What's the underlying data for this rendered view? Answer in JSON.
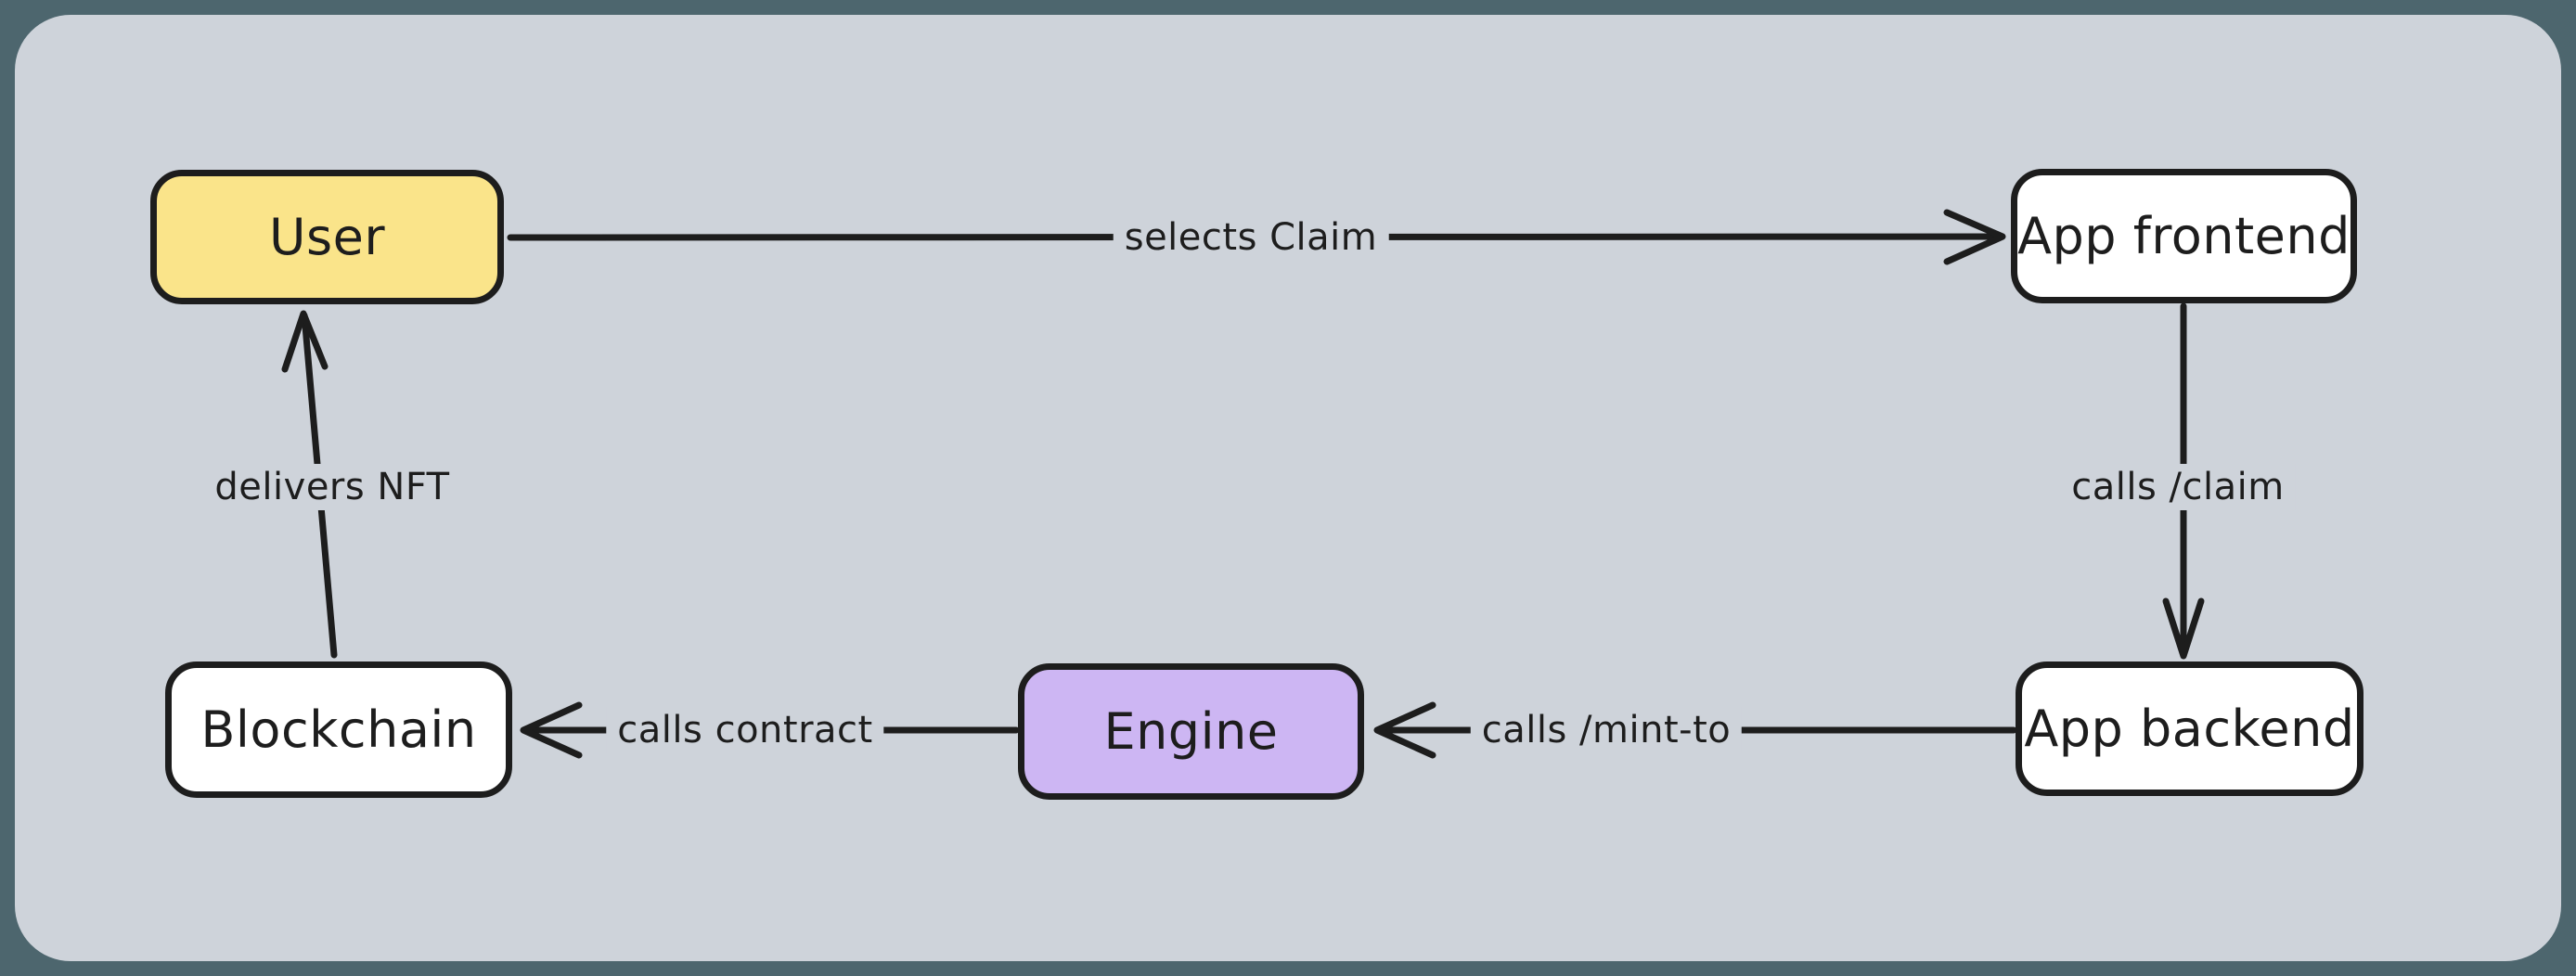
{
  "canvas": {
    "outer_background": "#4d666e",
    "panel_background": "#ced3da",
    "stroke_color": "#1d1d1d"
  },
  "nodes": [
    {
      "id": "user",
      "label": "User",
      "fill": "#fae48a"
    },
    {
      "id": "app-frontend",
      "label": "App frontend",
      "fill": "#ffffff"
    },
    {
      "id": "app-backend",
      "label": "App backend",
      "fill": "#ffffff"
    },
    {
      "id": "engine",
      "label": "Engine",
      "fill": "#cdb6f3"
    },
    {
      "id": "blockchain",
      "label": "Blockchain",
      "fill": "#ffffff"
    }
  ],
  "edges": [
    {
      "from": "user",
      "to": "app-frontend",
      "label": "selects Claim",
      "direction": "right"
    },
    {
      "from": "app-frontend",
      "to": "app-backend",
      "label": "calls /claim",
      "direction": "down"
    },
    {
      "from": "app-backend",
      "to": "engine",
      "label": "calls /mint-to",
      "direction": "left"
    },
    {
      "from": "engine",
      "to": "blockchain",
      "label": "calls contract",
      "direction": "left"
    },
    {
      "from": "blockchain",
      "to": "user",
      "label": "delivers NFT",
      "direction": "up"
    }
  ]
}
